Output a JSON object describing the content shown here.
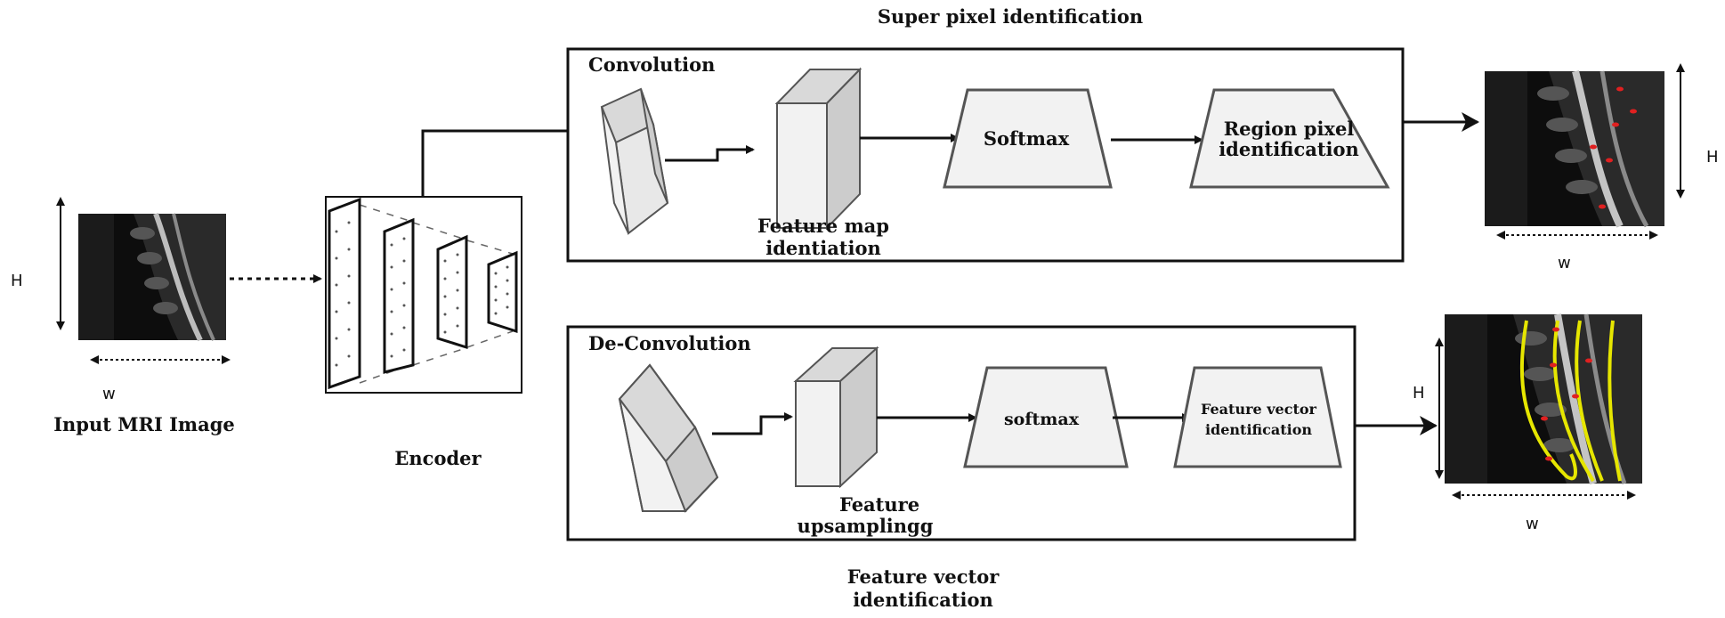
{
  "title_top": "Super pixel identification",
  "title_bottom_line1": "Feature vector",
  "title_bottom_line2": "identification",
  "input": {
    "caption": "Input MRI Image",
    "h_label": "H",
    "w_label": "w"
  },
  "encoder": {
    "caption": "Encoder"
  },
  "conv_panel": {
    "title": "Convolution",
    "feature_label_line1": "Feature map",
    "feature_label_line2": "identiation",
    "softmax_label": "Softmax",
    "region_line1": "Region pixel",
    "region_line2": "identification"
  },
  "deconv_panel": {
    "title": "De-Convolution",
    "feature_label_line1": "Feature",
    "feature_label_line2": "upsamplingg",
    "softmax_label": "softmax",
    "vector_line1": "Feature vector",
    "vector_line2": "identification"
  },
  "output_top": {
    "h_label": "H",
    "w_label": "w"
  },
  "output_bottom": {
    "h_label": "H",
    "w_label": "w"
  },
  "colors": {
    "block_fill": "#f2f2f2",
    "block_stroke": "#555555",
    "segmentation_line": "#e6e600",
    "marker": "#e02020",
    "mri_background": "#0d0d0d"
  }
}
